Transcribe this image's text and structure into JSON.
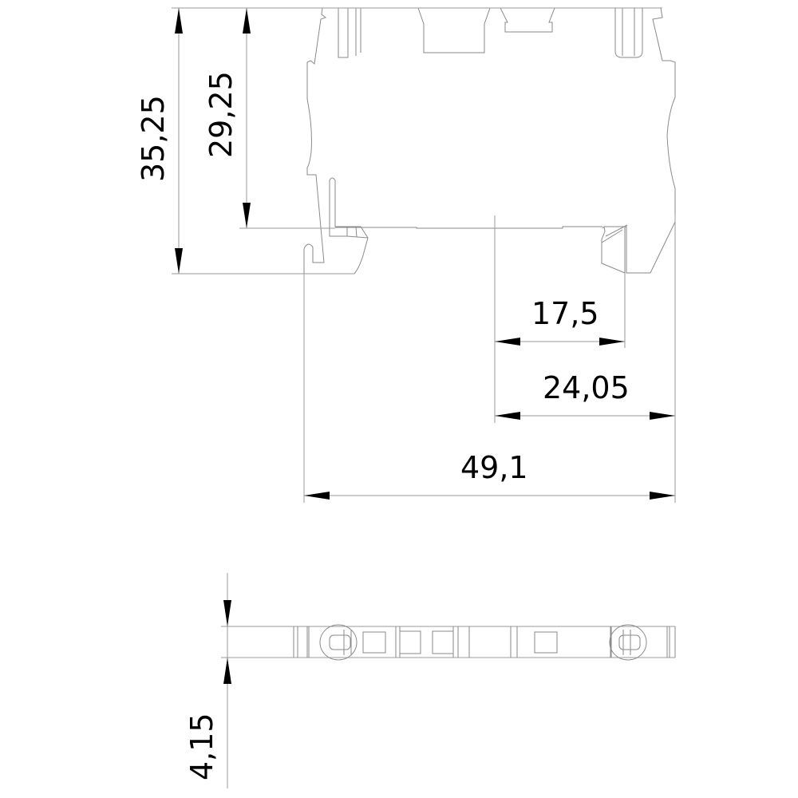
{
  "drawing": {
    "type": "technical-dimension-drawing",
    "subject": "DIN-rail terminal block",
    "units": "mm",
    "line_color": "#8a8a8a",
    "arrow_color": "#000000",
    "text_color": "#000000"
  },
  "side_view": {
    "dimensions": {
      "overall_height": "35,25",
      "height_to_rail": "29,25",
      "rail_offset_17": "17,5",
      "half_width": "24,05",
      "overall_width": "49,1"
    }
  },
  "top_view": {
    "dimensions": {
      "thickness": "4,15"
    }
  }
}
